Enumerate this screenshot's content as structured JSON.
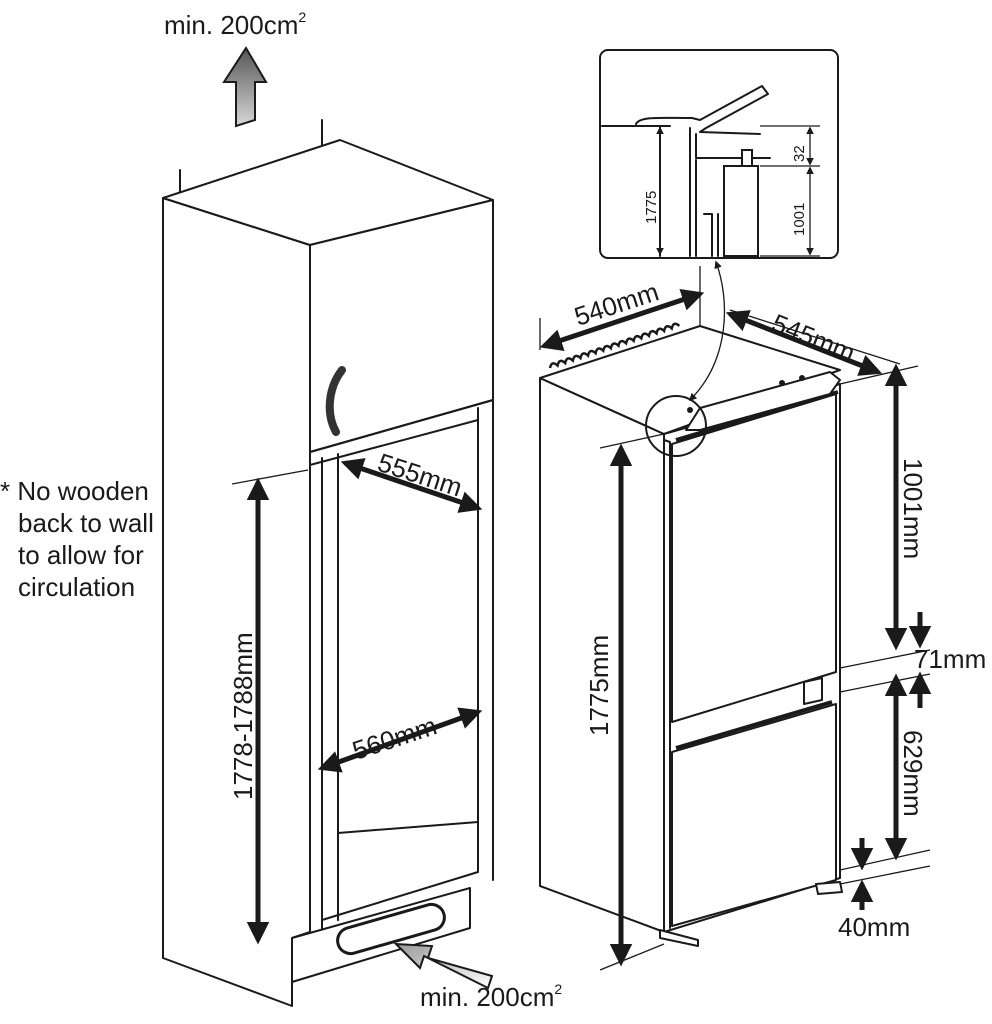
{
  "labels": {
    "vent_top": "min. 200cm",
    "vent_top_sup": "2",
    "vent_bottom": "min. 200cm",
    "vent_bottom_sup": "2",
    "note_line1": "* No wooden",
    "note_line2": "back to wall",
    "note_line3": "to allow for",
    "note_line4": "circulation",
    "dim_555": "555mm",
    "dim_560": "560mm",
    "dim_1778": "1778-1788mm",
    "dim_540": "540mm",
    "dim_545": "545mm",
    "dim_1775": "1775mm",
    "dim_1001": "1001mm",
    "dim_71": "71mm",
    "dim_629": "629mm",
    "dim_40": "40mm",
    "detail_1775": "1775",
    "detail_32": "32",
    "detail_1001": "1001"
  },
  "colors": {
    "line": "#1a1a1a",
    "arrow_fill": "#707070",
    "background": "#ffffff"
  }
}
